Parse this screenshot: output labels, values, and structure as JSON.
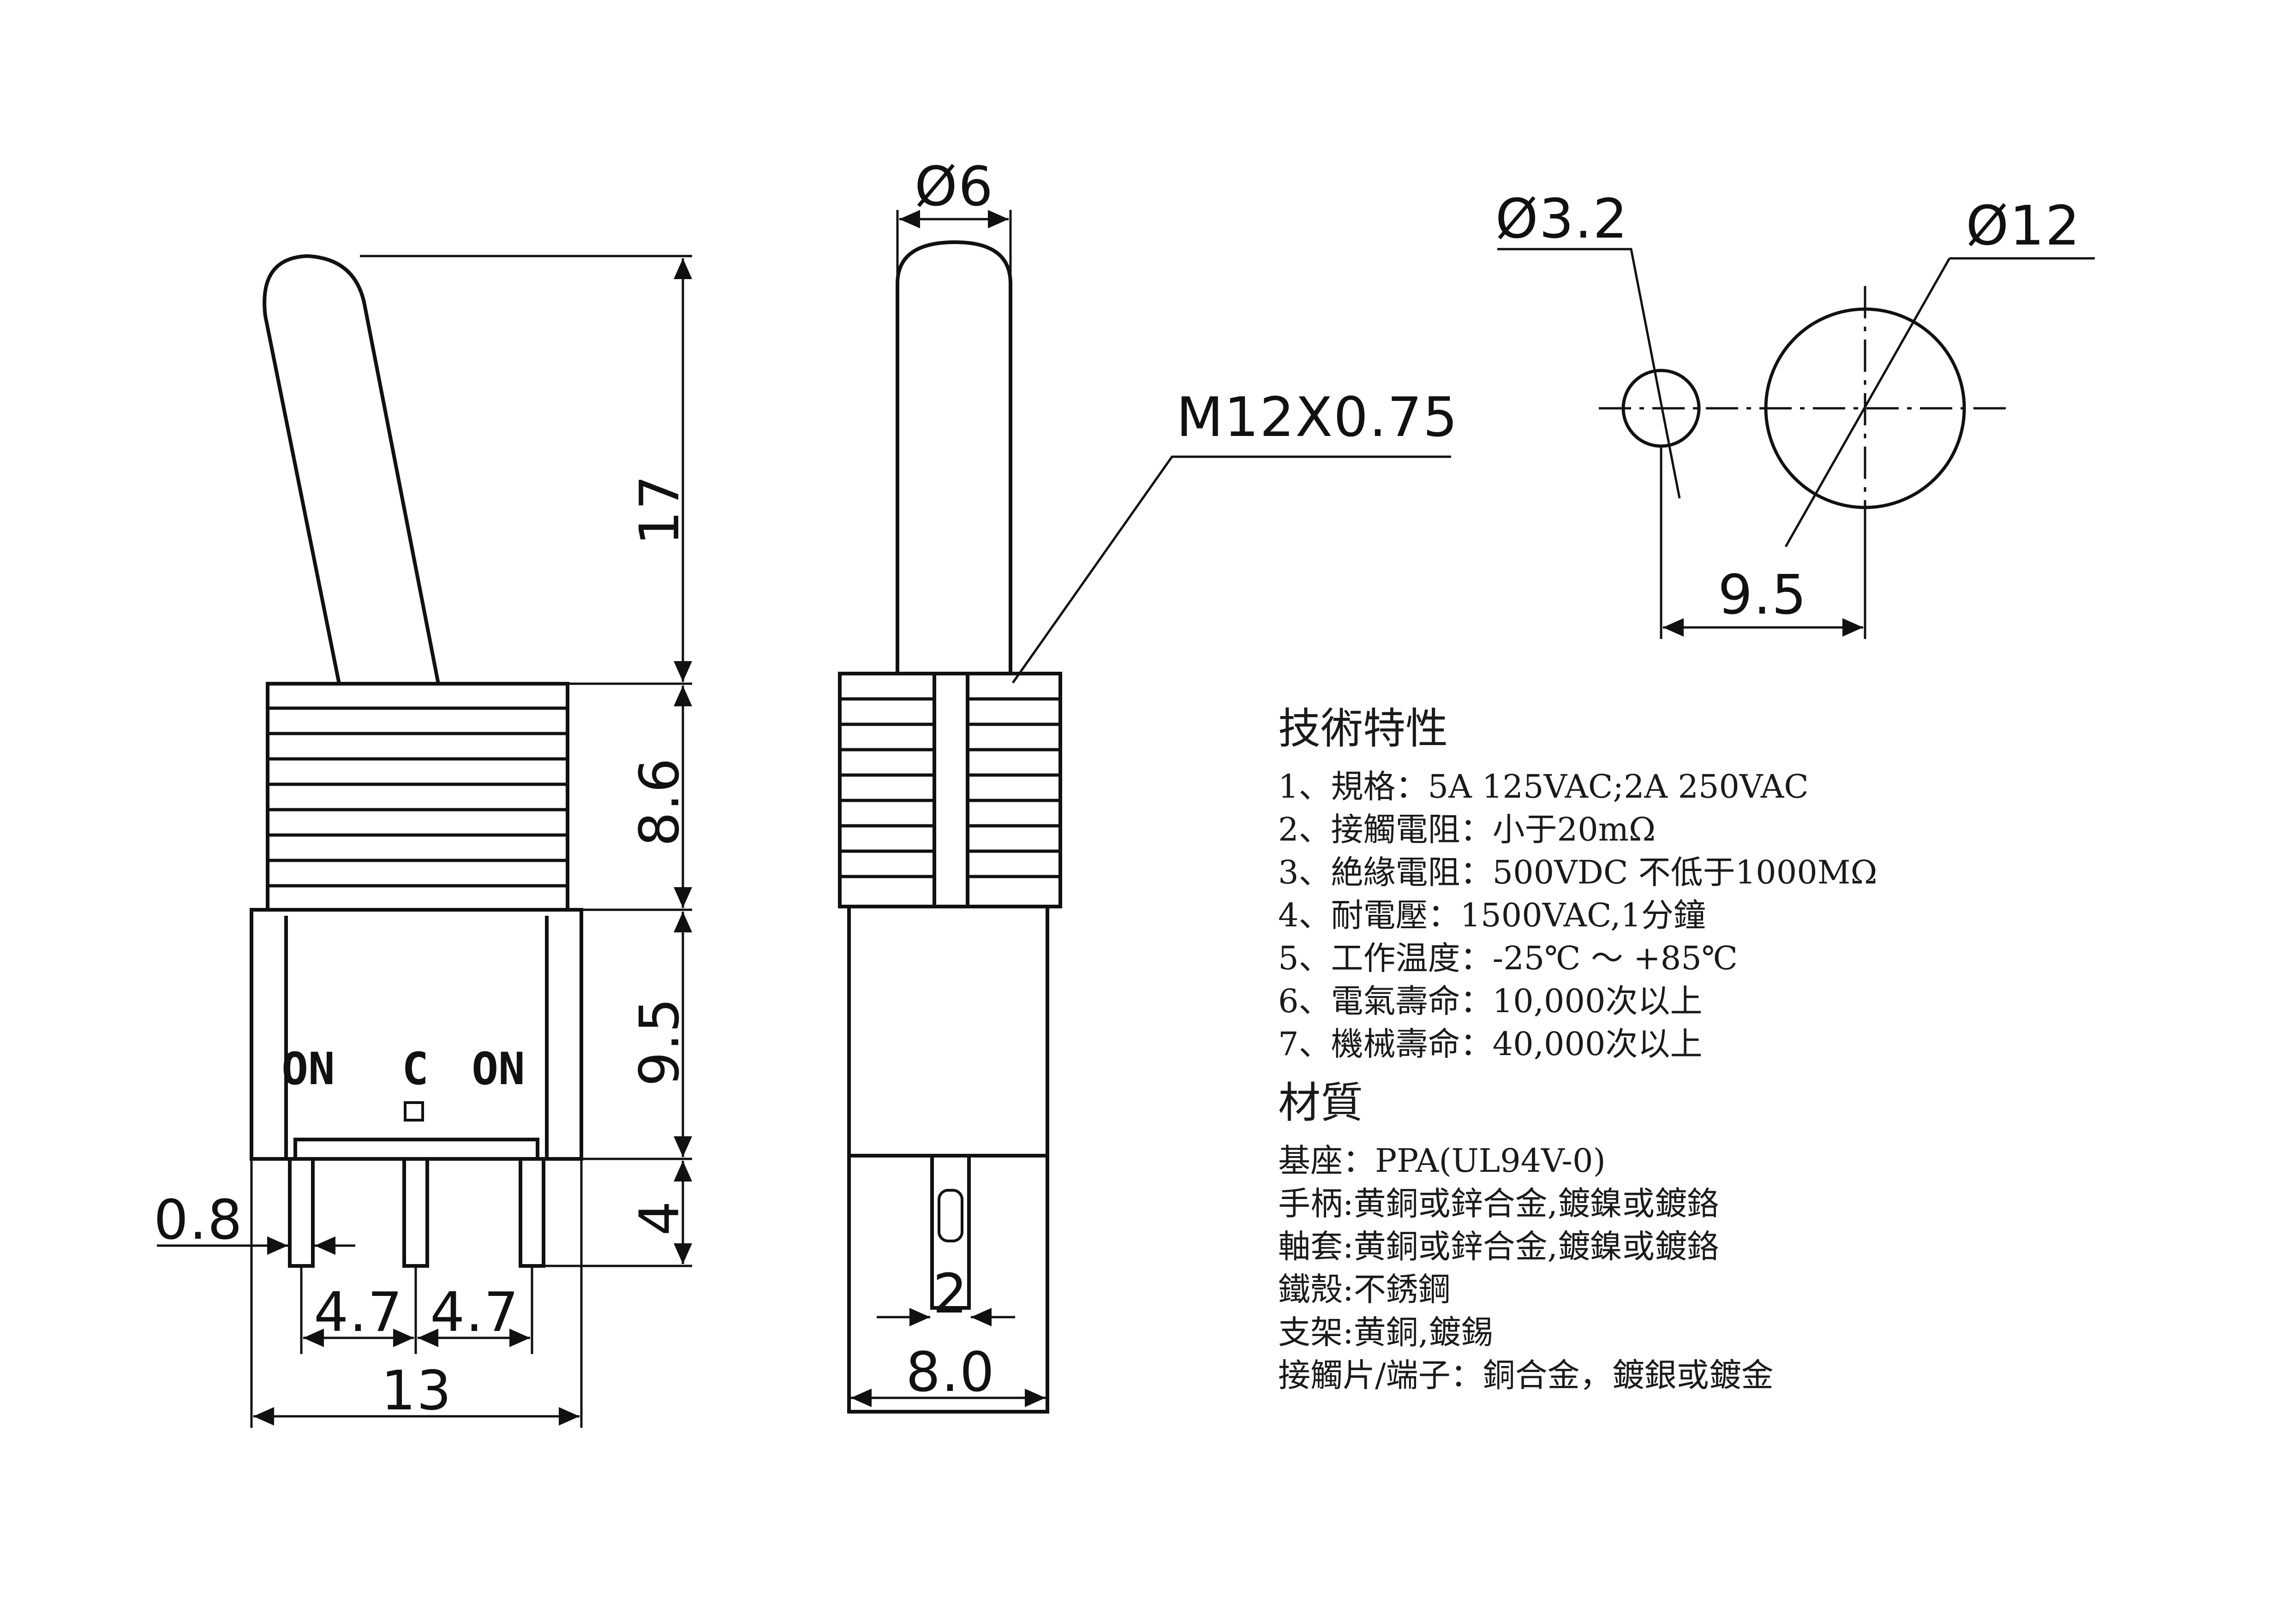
{
  "drawing": {
    "dimensions": {
      "handle_height": "17",
      "bushing_height": "8.6",
      "body_height": "9.5",
      "terminal_length": "4",
      "terminal_width": "0.8",
      "pitch_left": "4.7",
      "pitch_right": "4.7",
      "body_width": "13",
      "handle_diameter": "Ø6",
      "thread": "M12X0.75",
      "side_terminal_width": "2",
      "side_body_width": "8.0",
      "hole_small": "Ø3.2",
      "hole_large": "Ø12",
      "hole_spacing": "9.5"
    },
    "pin_labels": [
      "ON",
      "C",
      "ON"
    ]
  },
  "specs": {
    "title": "技術特性",
    "items": [
      "1、規格：5A 125VAC;2A 250VAC",
      "2、接觸電阻：小于20mΩ",
      "3、絶緣電阻：500VDC 不低于1000MΩ",
      "4、耐電壓：1500VAC,1分鐘",
      "5、工作温度：-25℃ ～ +85℃",
      "6、電氣壽命：10,000次以上",
      "7、機械壽命：40,000次以上"
    ]
  },
  "materials": {
    "title": "材質",
    "items": [
      "基座：PPA(UL94V-0)",
      "手柄:黄銅或鋅合金,鍍鎳或鍍鉻",
      "軸套:黄銅或鋅合金,鍍鎳或鍍鉻",
      "鐵殼:不銹鋼",
      "支架:黄銅,鍍錫",
      "接觸片/端子：銅合金，鍍銀或鍍金"
    ]
  }
}
